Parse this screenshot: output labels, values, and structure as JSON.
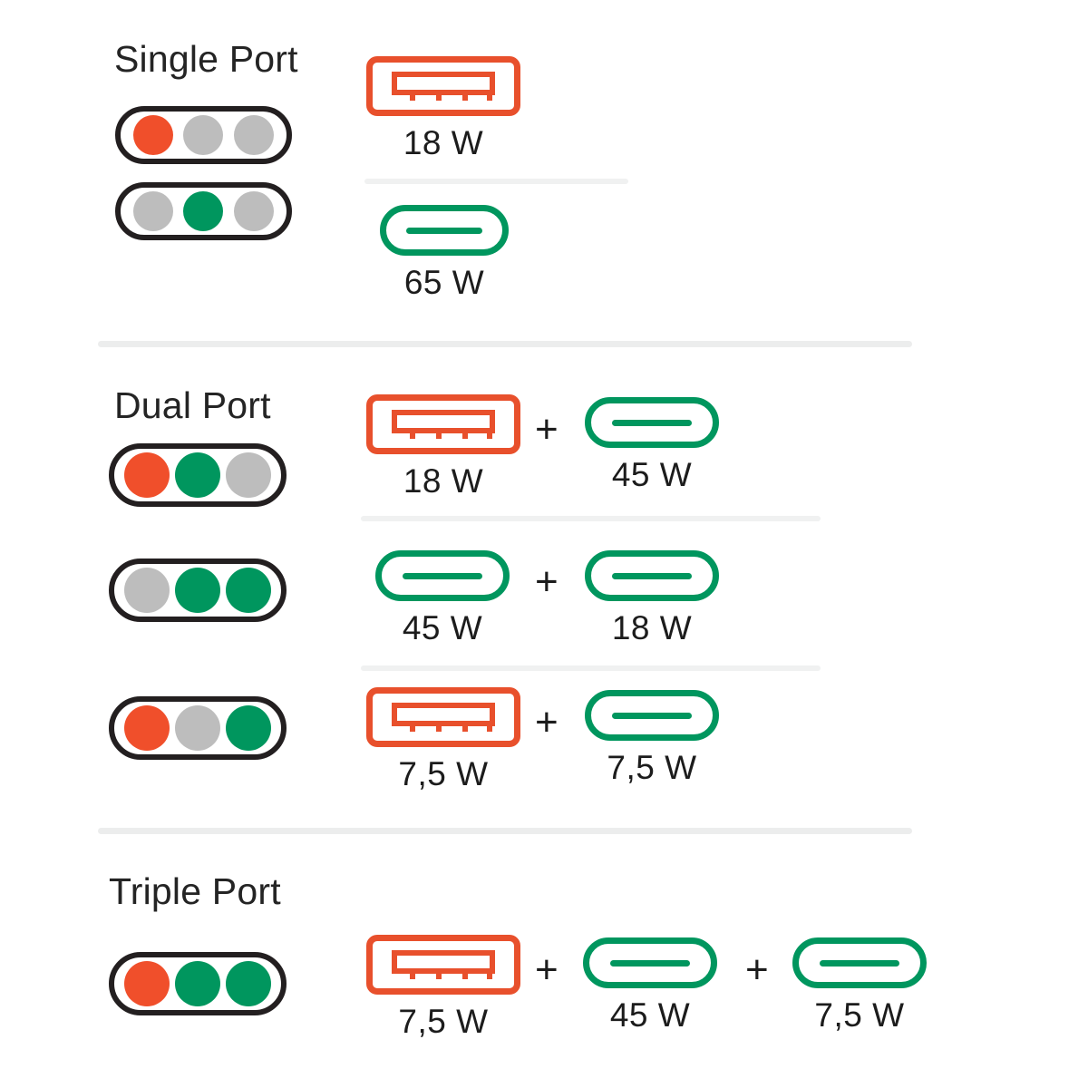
{
  "page": {
    "background": "#ffffff",
    "colors": {
      "orange": "#f04f2b",
      "green": "#00965e",
      "gray": "#bdbdbd",
      "outline": "#231f20",
      "divider": "#eceded",
      "text": "#1c1c1c"
    }
  },
  "sections": [
    {
      "id": "single",
      "title": "Single Port",
      "rows": [
        {
          "indicator": {
            "dots": [
              "orange",
              "gray",
              "gray"
            ]
          },
          "connectors": [
            {
              "type": "usb-a",
              "color": "orange",
              "watt": "18 W"
            }
          ]
        },
        {
          "indicator": {
            "dots": [
              "gray",
              "green",
              "gray"
            ]
          },
          "connectors": [
            {
              "type": "usb-c",
              "color": "green",
              "watt": "65 W"
            }
          ]
        }
      ]
    },
    {
      "id": "dual",
      "title": "Dual Port",
      "rows": [
        {
          "indicator": {
            "dots": [
              "orange",
              "green",
              "gray"
            ]
          },
          "connectors": [
            {
              "type": "usb-a",
              "color": "orange",
              "watt": "18 W"
            },
            {
              "type": "usb-c",
              "color": "green",
              "watt": "45 W"
            }
          ],
          "separator": "+"
        },
        {
          "indicator": {
            "dots": [
              "gray",
              "green",
              "green"
            ]
          },
          "connectors": [
            {
              "type": "usb-c",
              "color": "green",
              "watt": "45 W"
            },
            {
              "type": "usb-c",
              "color": "green",
              "watt": "18 W"
            }
          ],
          "separator": "+"
        },
        {
          "indicator": {
            "dots": [
              "orange",
              "gray",
              "green"
            ]
          },
          "connectors": [
            {
              "type": "usb-a",
              "color": "orange",
              "watt": "7,5 W"
            },
            {
              "type": "usb-c",
              "color": "green",
              "watt": "7,5 W"
            }
          ],
          "separator": "+"
        }
      ]
    },
    {
      "id": "triple",
      "title": "Triple Port",
      "rows": [
        {
          "indicator": {
            "dots": [
              "orange",
              "green",
              "green"
            ]
          },
          "connectors": [
            {
              "type": "usb-a",
              "color": "orange",
              "watt": "7,5 W"
            },
            {
              "type": "usb-c",
              "color": "green",
              "watt": "45 W"
            },
            {
              "type": "usb-c",
              "color": "green",
              "watt": "7,5 W"
            }
          ],
          "separator": "+"
        }
      ]
    }
  ],
  "labels": {
    "plus": "+"
  }
}
